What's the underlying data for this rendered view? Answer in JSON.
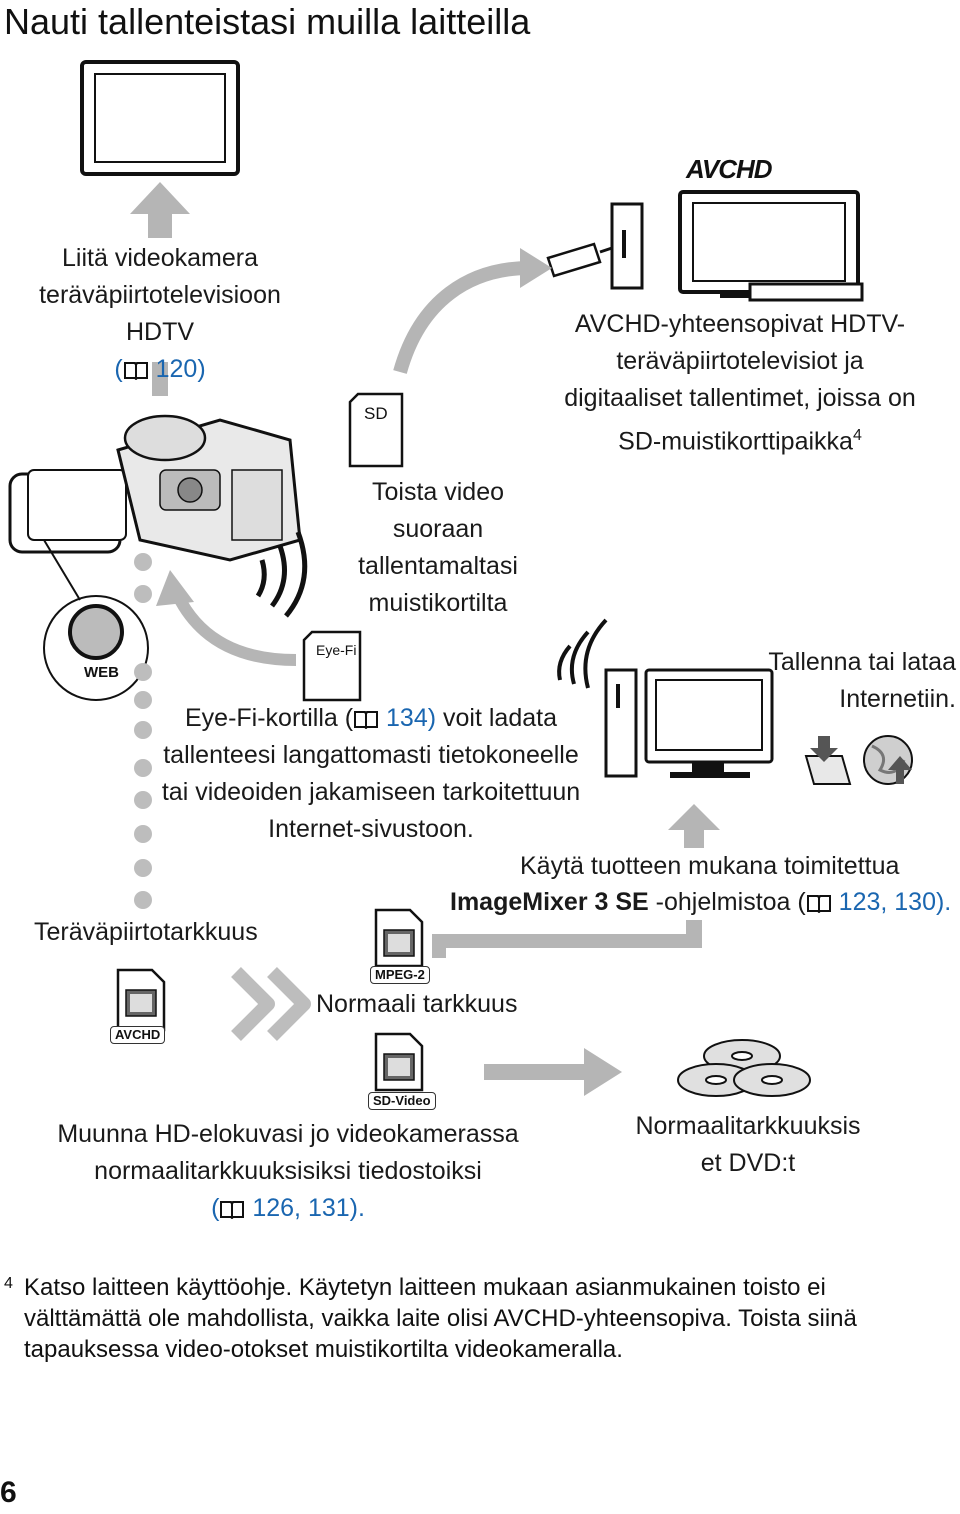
{
  "page": {
    "title": "Nauti tallenteistasi muilla laitteilla",
    "page_number": "6"
  },
  "hdtv": {
    "line1": "Liitä videokamera",
    "line2": "teräväpiirtotelevisioon HDTV",
    "ref": "120)",
    "ref_open": "("
  },
  "avchd_devices": {
    "logo": "AVCHD",
    "line1": "AVCHD-yhteensopivat HDTV-",
    "line2": "teräväpiirtotelevisiot ja",
    "line3": "digitaaliset tallentimet, joissa on",
    "line4": "SD-muistikorttipaikka",
    "sup": "4"
  },
  "sd_card": {
    "label": "SD",
    "line1": "Toista video",
    "line2": "suoraan",
    "line3": "tallentamaltasi",
    "line4": "muistikortilta"
  },
  "camera": {
    "web_label": "WEB"
  },
  "eyefi": {
    "card_label": "Eye-Fi",
    "line1_pre": "Eye-Fi-kortilla (",
    "line1_ref": "134)",
    "line1_post": " voit ladata",
    "line2": "tallenteesi langattomasti tietokoneelle",
    "line3": "tai videoiden jakamiseen tarkoitettuun",
    "line4": "Internet-sivustoon."
  },
  "internet": {
    "line1": "Tallenna tai lataa",
    "line2": "Internetiin."
  },
  "software": {
    "line1": "Käytä tuotteen mukana toimitettua",
    "line2_bold": "ImageMixer 3 SE",
    "line2_post": " -ohjelmistoa (",
    "line2_ref": "123, 130)."
  },
  "quality": {
    "hd_label": "Teräväpiirtotarkkuus",
    "avchd_badge": "AVCHD",
    "mpeg2_badge": "MPEG-2",
    "sdvideo_badge": "SD-Video",
    "normal_label": "Normaali tarkkuus"
  },
  "convert": {
    "line1": "Muunna HD-elokuvasi jo videokamerassa",
    "line2": "normaalitarkkuuksisiksi tiedostoiksi",
    "ref_open": "(",
    "ref": "126, 131)."
  },
  "dvd": {
    "line1": "Normaalitarkkuuksis",
    "line2": "et DVD:t"
  },
  "footnote": {
    "mark": "4",
    "text": "Katso laitteen käyttöohje. Käytetyn laitteen mukaan asianmukainen toisto ei välttämättä ole mahdollista, vaikka laite olisi AVCHD-yhteensopiva. Toista siinä tapauksessa video-otokset muistikortilta videokameralla."
  },
  "colors": {
    "arrow_gray": "#b5b5b5",
    "link_blue": "#1a66b0"
  }
}
